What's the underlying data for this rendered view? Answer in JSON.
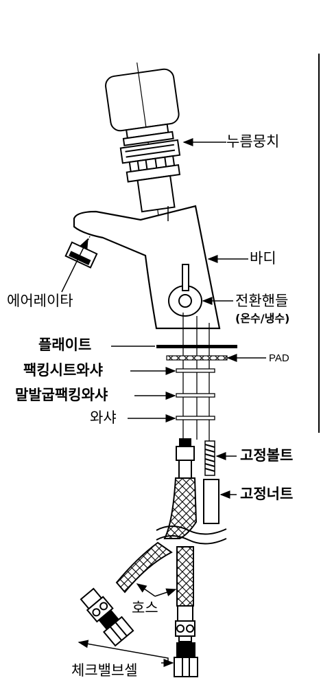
{
  "labels": {
    "push_button": "누름뭉치",
    "body": "바디",
    "aerator": "에어레이타",
    "switch_handle": "전환핸들",
    "switch_handle_sub": "(온수/냉수)",
    "plate": "플래이트",
    "pad": "PAD",
    "packing_seat_washer": "팩킹시트와샤",
    "bent_packing_washer": "말발굽팩킹와샤",
    "washer": "와샤",
    "fixing_bolt": "고정볼트",
    "fixing_nut": "고정너트",
    "hose": "호스",
    "check_valve_cell": "체크밸브셀"
  },
  "colors": {
    "ink": "#000000",
    "background": "#ffffff"
  }
}
